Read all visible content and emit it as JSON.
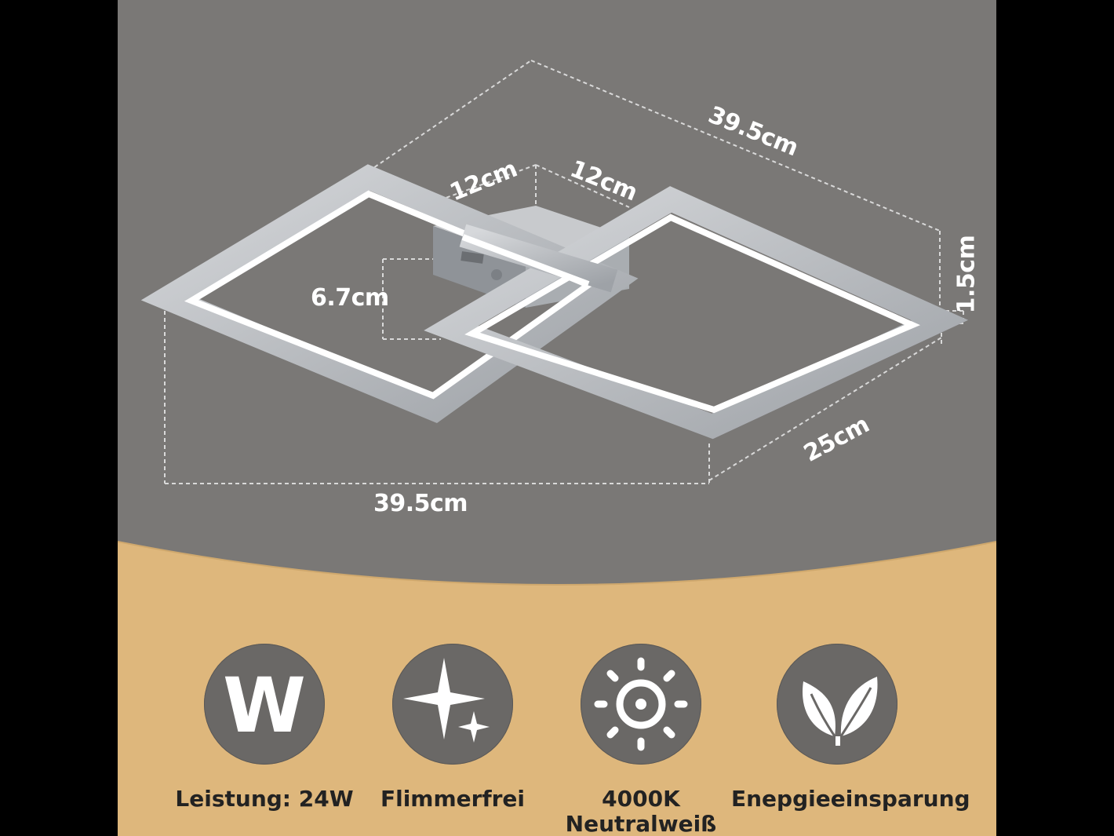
{
  "dimensions": {
    "top_length": "39.5cm",
    "bottom_length": "39.5cm",
    "depth": "25cm",
    "height": "1.5cm",
    "base_height": "6.7cm",
    "base_width_left": "12cm",
    "base_width_right": "12cm"
  },
  "features": [
    {
      "icon": "w-letter-icon",
      "label": "Leistung: 24W"
    },
    {
      "icon": "sparkle-icon",
      "label": "Flimmerfrei"
    },
    {
      "icon": "sun-icon",
      "label": "4000K\nNeutralweiß"
    },
    {
      "icon": "leaf-icon",
      "label": "Enepgieeinsparung"
    }
  ],
  "colors": {
    "upper_background": "#7a7876",
    "lower_background": "#deb77c",
    "icon_circle": "#6a6866",
    "frame_metal": "#b9bcc0",
    "frame_glow": "#ffffff"
  }
}
